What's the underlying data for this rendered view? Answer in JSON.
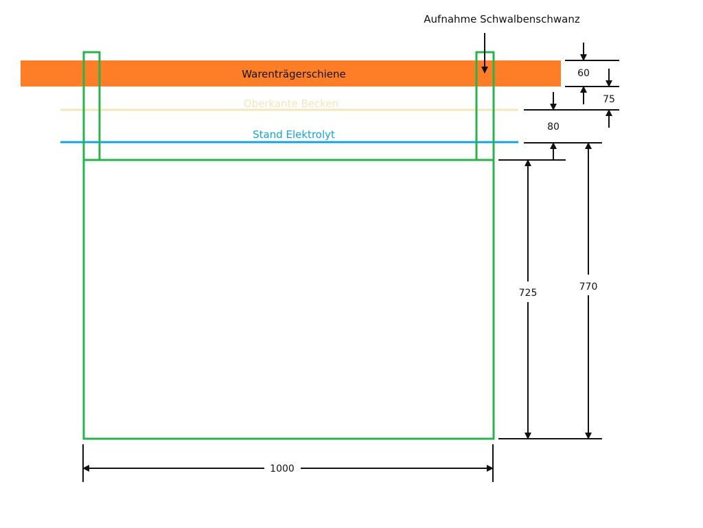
{
  "colors": {
    "rail": "#fd7e27",
    "basin_edge": "#f4e6b8",
    "electrolyte": "#12a3e2",
    "rack": "#28b44a",
    "dimension": "#111111"
  },
  "labels": {
    "dovetail": "Aufnahme Schwalbenschwanz",
    "rail": "Warenträgerschiene",
    "basin_edge": "Oberkante Becken",
    "electrolyte": "Stand Elektrolyt"
  },
  "dimensions": {
    "rail_height": "60",
    "rail_to_basin": "75",
    "basin_to_electrolyte": "80",
    "rack_height": "725",
    "total_height": "770",
    "rack_width": "1000"
  }
}
